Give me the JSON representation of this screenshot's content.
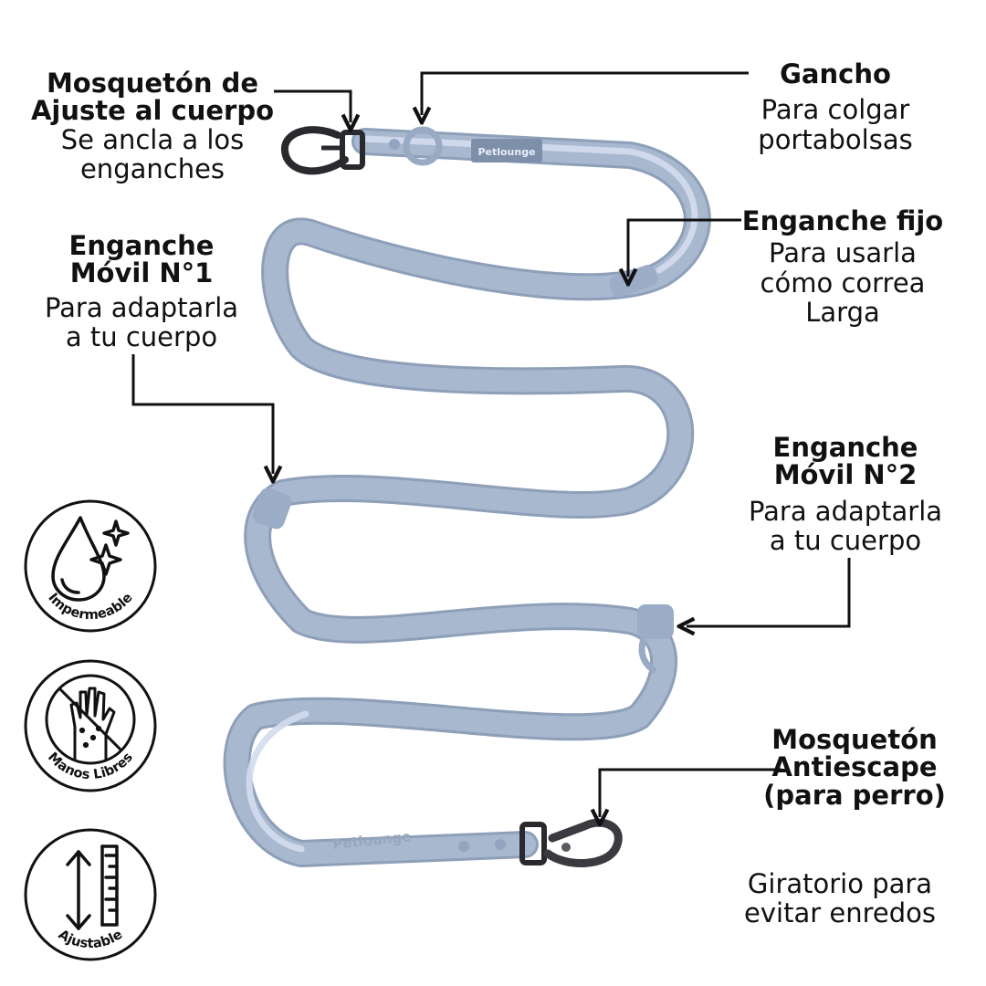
{
  "product": {
    "brand_text": "Petlounge",
    "colors": {
      "strap": "#a8b8cf",
      "strap_shadow": "#8d9fb9",
      "strap_light": "#d3dded",
      "hardware": "#2a2a2e",
      "ink": "#111111"
    }
  },
  "callouts": {
    "mosqueton_ajuste": {
      "title_1": "Mosquetón de",
      "title_2": "Ajuste al cuerpo",
      "desc_1": "Se ancla a los",
      "desc_2": "enganches"
    },
    "gancho": {
      "title_1": "Gancho",
      "desc_1": "Para colgar",
      "desc_2": "portabolsas"
    },
    "enganche_fijo": {
      "title_1": "Enganche fijo",
      "desc_1": "Para usarla",
      "desc_2": "cómo correa",
      "desc_3": "Larga"
    },
    "enganche_movil_1": {
      "title_1": "Enganche",
      "title_2": "Móvil N°1",
      "desc_1": "Para adaptarla",
      "desc_2": "a tu cuerpo"
    },
    "enganche_movil_2": {
      "title_1": "Enganche",
      "title_2": "Móvil N°2",
      "desc_1": "Para adaptarla",
      "desc_2": "a tu cuerpo"
    },
    "mosqueton_antiescape": {
      "title_1": "Mosquetón",
      "title_2": "Antiescape",
      "title_3": "(para perro)",
      "desc_1": "Giratorio para",
      "desc_2": "evitar enredos"
    }
  },
  "badges": [
    {
      "label": "Impermeable",
      "icon": "water-drop-icon"
    },
    {
      "label": "Manos Libres",
      "icon": "no-hand-icon"
    },
    {
      "label": "Ajustable",
      "icon": "adjust-ruler-icon"
    }
  ]
}
